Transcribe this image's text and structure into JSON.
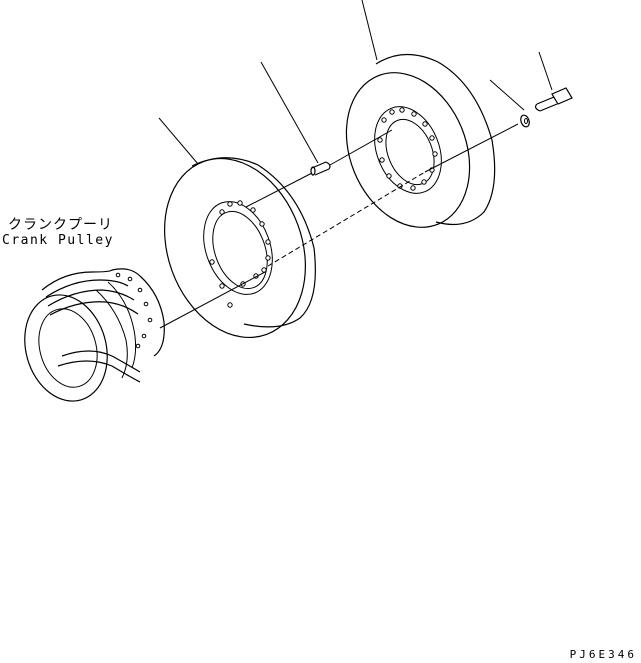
{
  "labels": {
    "crank_pulley_jp": "クランクプーリ",
    "crank_pulley_en": "Crank Pulley",
    "drawing_code": "PJ6E346"
  },
  "colors": {
    "line": "#000000",
    "background": "#ffffff"
  },
  "parts": [
    {
      "name": "crank-pulley"
    },
    {
      "name": "spacer"
    },
    {
      "name": "damper"
    },
    {
      "name": "dowel-pin"
    },
    {
      "name": "washer"
    },
    {
      "name": "bolt"
    }
  ]
}
